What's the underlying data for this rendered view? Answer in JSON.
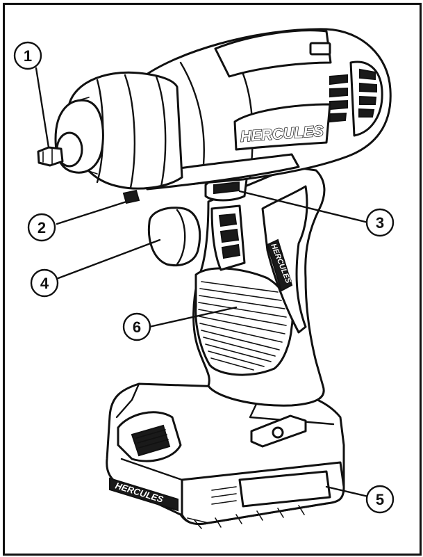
{
  "figure": {
    "brand_text": "HERCULES",
    "callouts": [
      {
        "id": "1",
        "label": "1"
      },
      {
        "id": "2",
        "label": "2"
      },
      {
        "id": "3",
        "label": "3"
      },
      {
        "id": "4",
        "label": "4"
      },
      {
        "id": "5",
        "label": "5"
      },
      {
        "id": "6",
        "label": "6"
      }
    ]
  },
  "colors": {
    "line": "#111111",
    "background": "#ffffff"
  }
}
